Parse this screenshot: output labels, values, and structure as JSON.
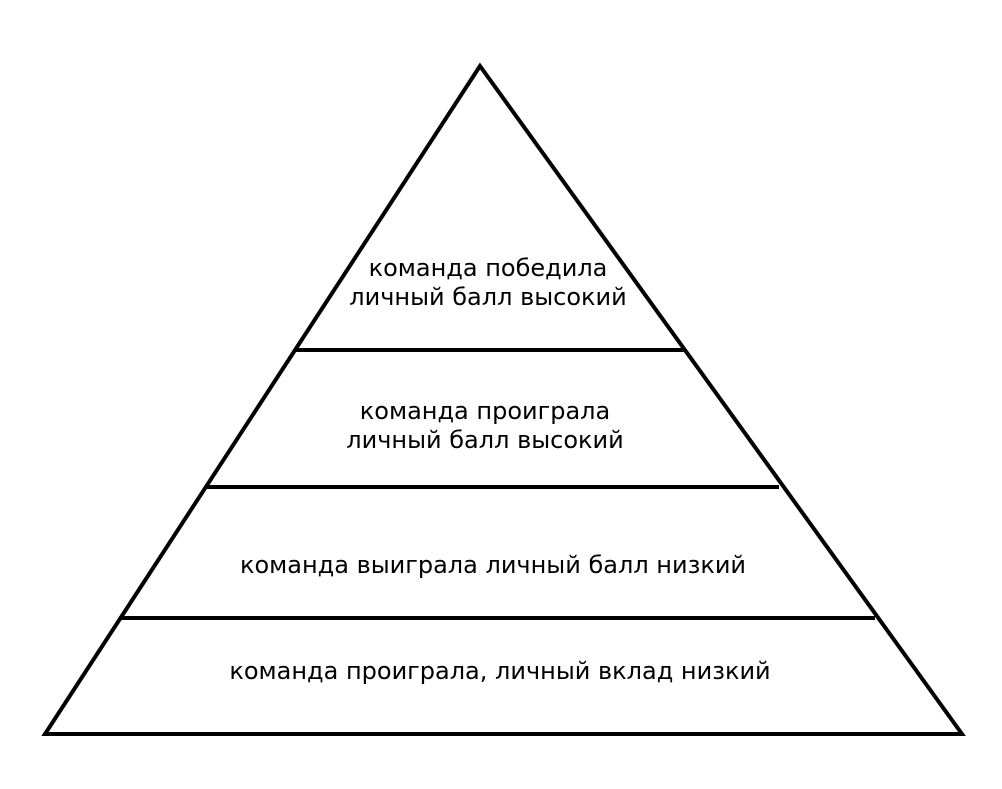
{
  "colors": {
    "stroke": "#000000",
    "background": "#ffffff",
    "text": "#000000"
  },
  "tiers": [
    {
      "lines": [
        "команда победила",
        "личный балл высокий"
      ]
    },
    {
      "lines": [
        "команда проиграла",
        "личный балл высокий"
      ]
    },
    {
      "lines": [
        "команда выиграла личный балл низкий"
      ]
    },
    {
      "lines": [
        "команда проиграла, личный вклад низкий"
      ]
    }
  ]
}
